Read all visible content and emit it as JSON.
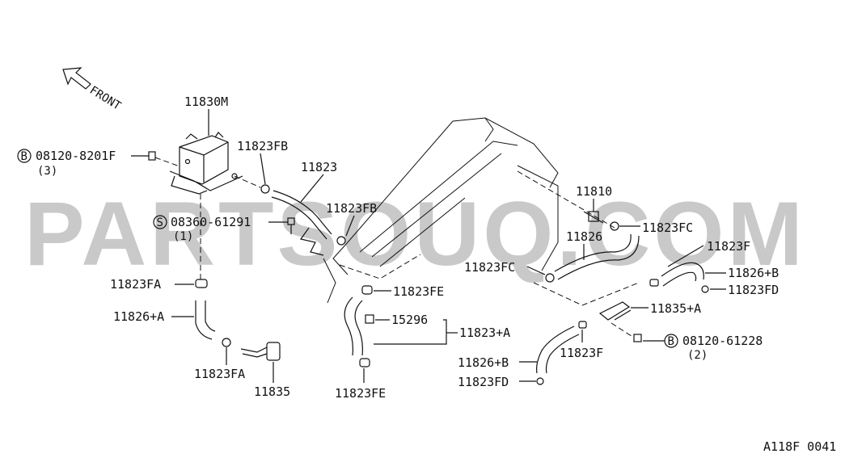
{
  "watermark": "PARTSOUQ.COM",
  "front_label": "FRONT",
  "diagram_code": "A118F 0041",
  "labels": {
    "p11830M": "11830M",
    "p08120_8201F": "08120-8201F",
    "qty3": "(3)",
    "b_marker_1": "B",
    "p11823FB_1": "11823FB",
    "p11823": "11823",
    "p11823FB_2": "11823FB",
    "p08360_61291": "08360-61291",
    "qty1": "(1)",
    "s_marker": "S",
    "p11823FA_1": "11823FA",
    "p11826A_1": "11826+A",
    "p11823FA_2": "11823FA",
    "p11835": "11835",
    "p11823FE_1": "11823FE",
    "p15296": "15296",
    "p11823A": "11823+A",
    "p11823FE_2": "11823FE",
    "p11810": "11810",
    "p11823FC_1": "11823FC",
    "p11826": "11826",
    "p11823FC_2": "11823FC",
    "p11823F_1": "11823F",
    "p11826B_1": "11826+B",
    "p11823FD_1": "11823FD",
    "p11835A": "11835+A",
    "p08120_61228": "08120-61228",
    "qty2": "(2)",
    "b_marker_2": "B",
    "p11823F_2": "11823F",
    "p11826B_2": "11826+B",
    "p11823FD_2": "11823FD"
  }
}
